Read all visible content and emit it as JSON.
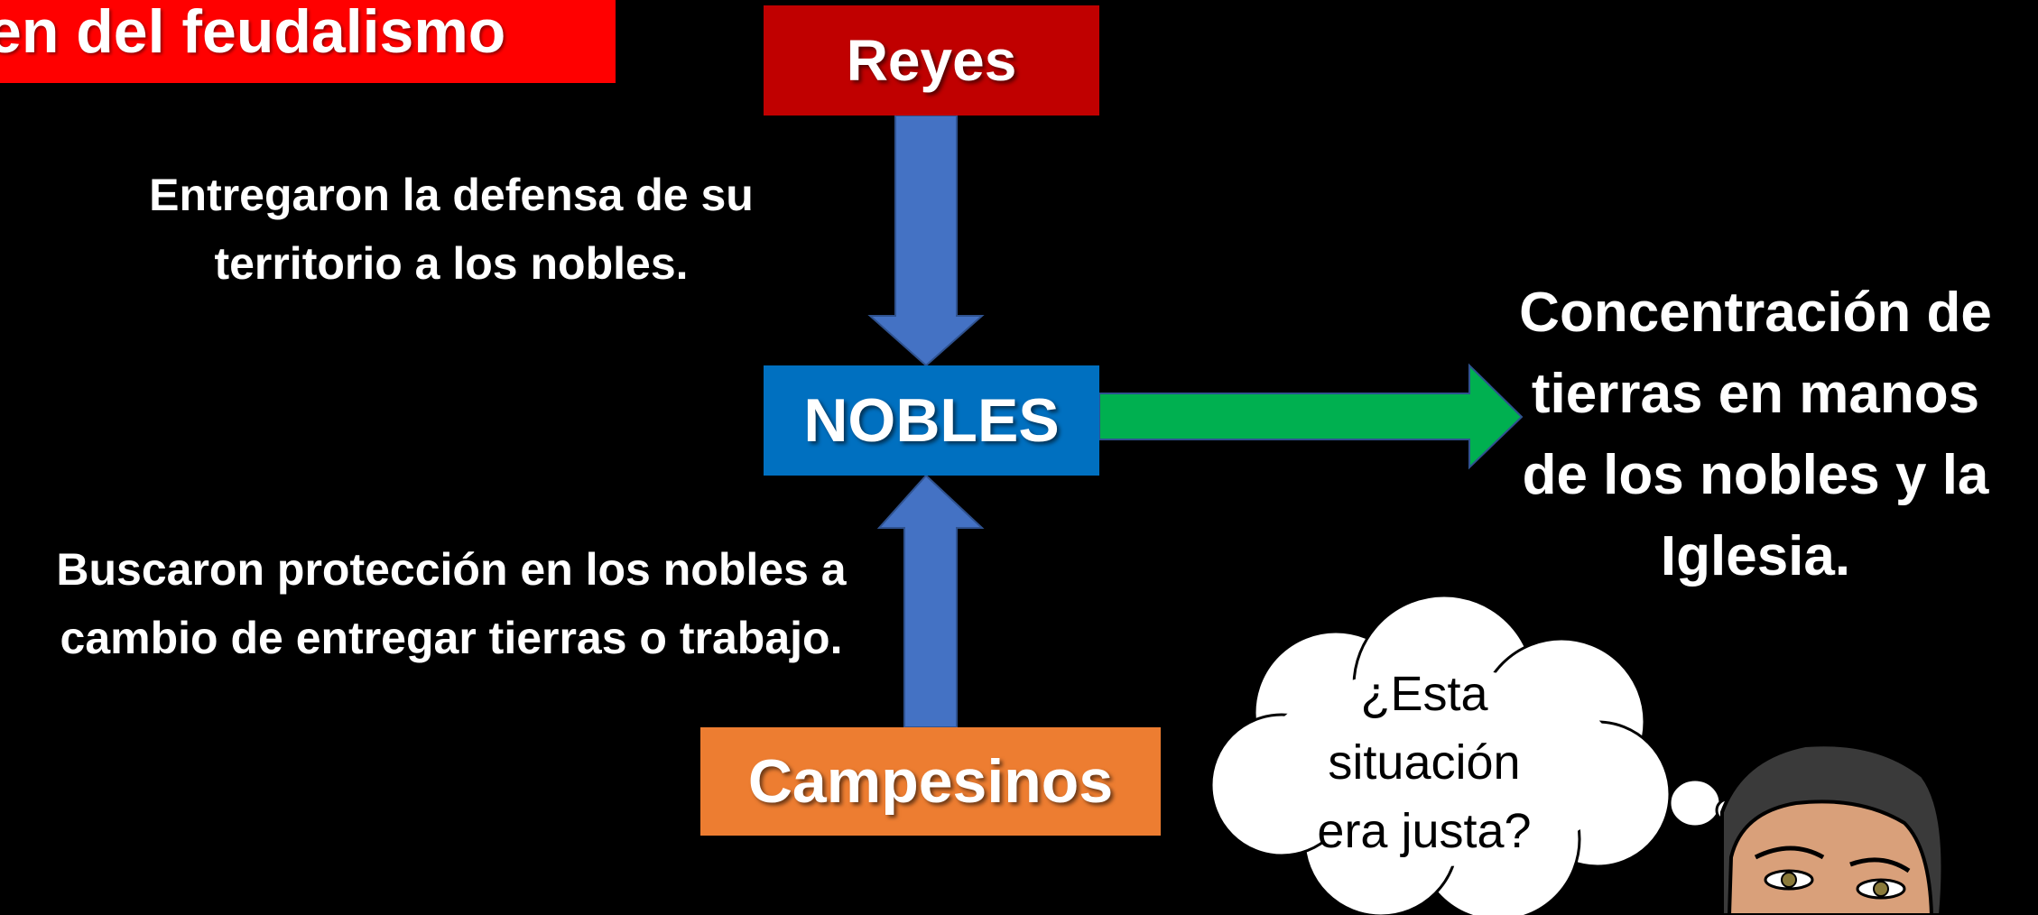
{
  "title": "en del feudalismo",
  "nodes": {
    "reyes": "Reyes",
    "nobles": "NOBLES",
    "campesinos": "Campesinos"
  },
  "labels": {
    "reyes_to_nobles_line1": "Entregaron la defensa de su",
    "reyes_to_nobles_line2": "territorio a los nobles.",
    "campesinos_to_nobles_line1": "Buscaron protección en los nobles a",
    "campesinos_to_nobles_line2": "cambio de entregar tierras o trabajo.",
    "result_line1": "Concentración de",
    "result_line2": "tierras en manos",
    "result_line3": "de los nobles y la",
    "result_line4": "Iglesia."
  },
  "thought_bubble": {
    "line1": "¿Esta",
    "line2": "situación",
    "line3": "era justa?"
  },
  "colors": {
    "background": "#000000",
    "title_bg": "#ff0000",
    "reyes_bg": "#c00000",
    "nobles_bg": "#0070c0",
    "campesinos_bg": "#ed7d31",
    "down_up_arrows": "#4472c4",
    "result_arrow": "#00b050"
  }
}
